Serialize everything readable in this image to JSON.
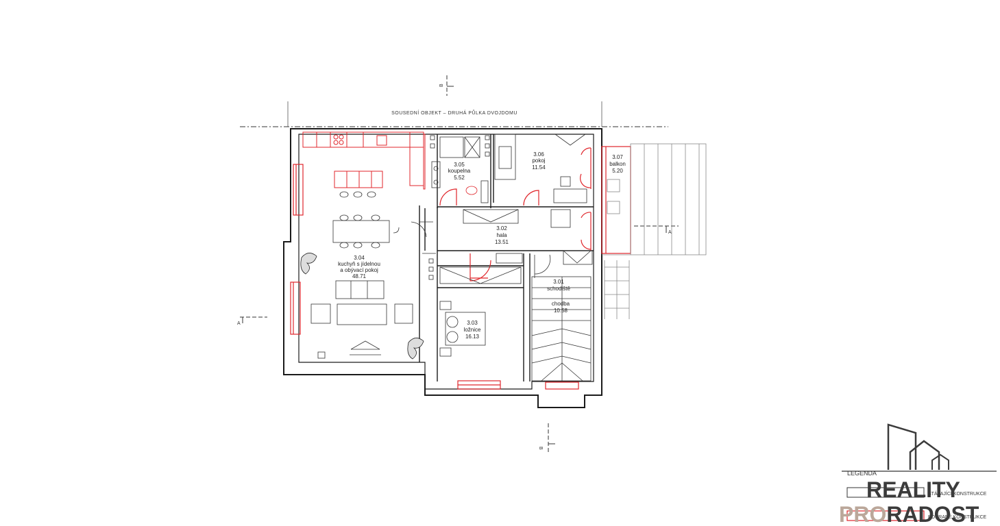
{
  "plan": {
    "neighbor_label": "SOUSEDNÍ OBJEKT – DRUHÁ PŮLKA DVOJDOMU",
    "section_marks": {
      "b": "B",
      "a": "A"
    },
    "rooms": [
      {
        "id": "r304",
        "number": "3.04",
        "name_lines": [
          "kuchyň s jídelnou",
          "a obývací pokoj"
        ],
        "area": "48.71"
      },
      {
        "id": "r305",
        "number": "3.05",
        "name_lines": [
          "koupelna"
        ],
        "area": "5.52"
      },
      {
        "id": "r306",
        "number": "3.06",
        "name_lines": [
          "pokoj"
        ],
        "area": "11.54"
      },
      {
        "id": "r307",
        "number": "3.07",
        "name_lines": [
          "balkon"
        ],
        "area": "5.20"
      },
      {
        "id": "r302",
        "number": "3.02",
        "name_lines": [
          "hala"
        ],
        "area": "13.51"
      },
      {
        "id": "r303",
        "number": "3.03",
        "name_lines": [
          "ložnice"
        ],
        "area": "16.13"
      },
      {
        "id": "r301",
        "number": "3.01",
        "name_lines": [
          "schodiště",
          "chodba"
        ],
        "area": "10.58"
      }
    ]
  },
  "legend": {
    "title": "LEGENDA",
    "existing": "STÁVAJÍCÍ KONSTRUKCE",
    "demolished": "BOURANÉ KONSTRUKCE"
  },
  "brand": {
    "line1": "REALITY",
    "line2a": "PRO",
    "line2b": "RADOST"
  },
  "colors": {
    "wall": "#1a1a1a",
    "demo": "#e0262b",
    "brand_dark": "#3b3b3b",
    "brand_light": "#bba79a"
  }
}
